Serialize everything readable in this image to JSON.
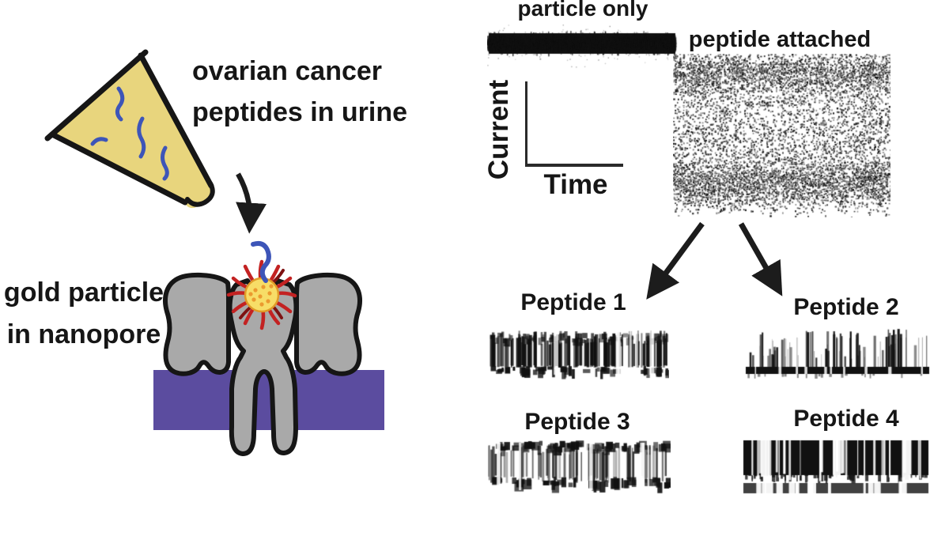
{
  "figure": {
    "left": {
      "sample_label": {
        "line1": "ovarian cancer",
        "line2": "peptides in urine"
      },
      "pore_label": {
        "line1": "gold particle",
        "line2": "in nanopore"
      },
      "colors": {
        "funnel_fill": "#e8d57d",
        "peptide_blue": "#3d55b8",
        "pore_gray": "#a9a9a9",
        "membrane_purple": "#5b4c9f",
        "gold_core": "#f7dd67",
        "gold_rim": "#e09a28",
        "gold_speckle": "#eb9a2f",
        "ligand_red": "#c32222",
        "ligand_dark_red": "#7e1212",
        "arrow_black": "#1c1c1c"
      }
    },
    "right": {
      "trace1_label": "particle only",
      "trace2_label": "peptide attached",
      "axis": {
        "y_label": "Current",
        "x_label": "Time"
      },
      "peptide_traces": [
        {
          "label": "Peptide 1"
        },
        {
          "label": "Peptide 2"
        },
        {
          "label": "Peptide 3"
        },
        {
          "label": "Peptide 4"
        }
      ],
      "trace_color": "#111111"
    }
  }
}
